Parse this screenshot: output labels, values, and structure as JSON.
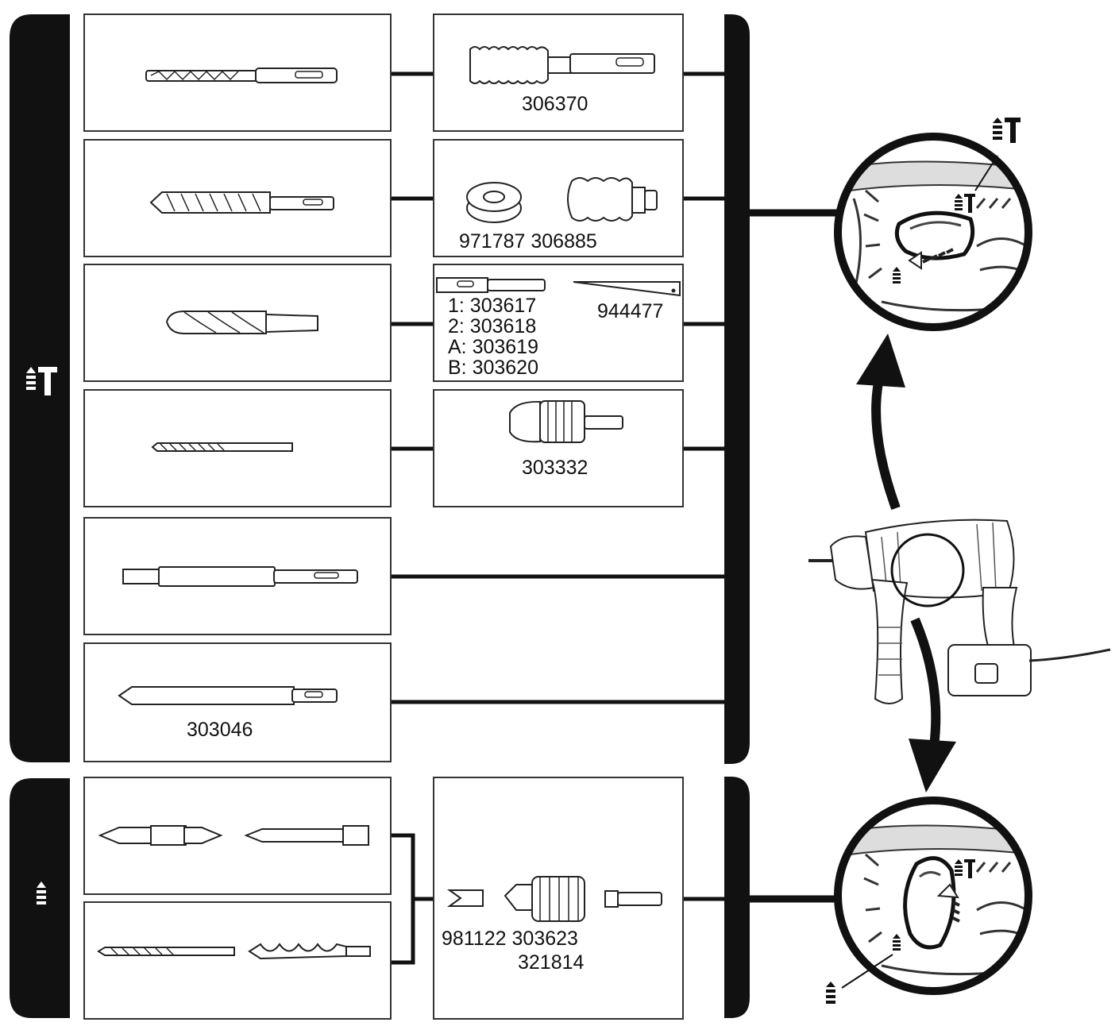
{
  "colors": {
    "ink": "#111111",
    "paper": "#ffffff"
  },
  "icons": {
    "mode_hammer_drill": "hammer-drill-mode-icon",
    "mode_drill": "drill-only-mode-icon"
  },
  "rows": [
    {
      "accessory": "sds-drill-bit",
      "adapters": [
        {
          "label": "306370"
        }
      ]
    },
    {
      "accessory": "sds-masonry-bit",
      "adapters": [
        {
          "label": "971787 306885"
        }
      ]
    },
    {
      "accessory": "core-bit-shank",
      "adapters": [
        {
          "label": "1: 303617"
        },
        {
          "label": "2: 303618"
        },
        {
          "label": "A: 303619"
        },
        {
          "label": "B: 303620"
        },
        {
          "label": "944477"
        }
      ]
    },
    {
      "accessory": "straight-drill-bit",
      "adapters": [
        {
          "label": "303332"
        }
      ]
    },
    {
      "accessory": "sds-extension",
      "adapters": []
    },
    {
      "accessory": "point-chisel",
      "label": "303046",
      "adapters": []
    }
  ],
  "drill_group": {
    "adapter_labels": [
      "981122 303623",
      "321814"
    ]
  }
}
